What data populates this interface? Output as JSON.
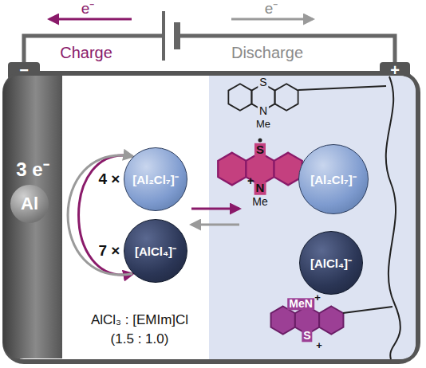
{
  "diagram": {
    "nodes": [
      {
        "text": [
          "3 e⁻"
        ]
      },
      {
        "text": [
          "Al"
        ],
        "in": 0
      },
      {
        "text": [
          "[Al₂Cl₇]⁻"
        ]
      },
      {
        "text": [
          "[AlCl₄]⁻"
        ]
      },
      {
        "text": [
          "[Al₂Cl₇]⁻"
        ]
      },
      {
        "text": [
          "[AlCl₄]⁻"
        ]
      }
    ],
    "edges": [
      {
        "from": 2,
        "to": 3,
        "arrow": "to"
      },
      {
        "from": 3,
        "to": 2,
        "arrow": "to"
      }
    ],
    "labels": [
      "e⁻",
      "Charge",
      "e⁻",
      "Discharge",
      "−",
      "+",
      "4 ×",
      "7 ×",
      "AlCl₃ : [EMIm]Cl",
      "(1.5 : 1.0)",
      "S",
      "N",
      "Me",
      "S",
      "N",
      "+",
      "Me",
      "MeN",
      "+",
      "S",
      "+"
    ]
  }
}
